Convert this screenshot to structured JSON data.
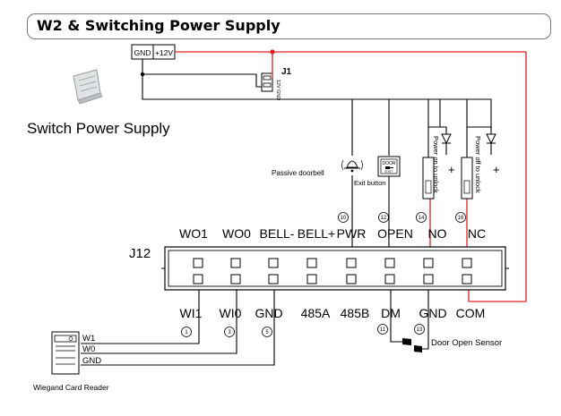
{
  "title": "W2 & Switching Power Supply",
  "power_supply": {
    "label": "Switch Power Supply",
    "terminal_gnd": "GND",
    "terminal_12v": "+12V"
  },
  "j1": {
    "label": "J1",
    "pin_12v": "12V",
    "pin_gnd": "GND"
  },
  "j12": {
    "label": "J12",
    "top_labels": [
      "WO1",
      "WO0",
      "BELL-",
      "BELL+",
      "PWR",
      "OPEN",
      "NO",
      "NC"
    ],
    "bottom_labels": [
      "WI1",
      "WI0",
      "GND",
      "485A",
      "485B",
      "DM",
      "GND",
      "COM"
    ],
    "top_pin_numbers": [
      "10",
      "12",
      "14",
      "16"
    ],
    "bottom_pin_numbers": [
      "1",
      "3",
      "5",
      "11",
      "13"
    ]
  },
  "components": {
    "doorbell": "Passive doorbell",
    "exit_button": "Exit button",
    "exit_door_text": "DOOR",
    "exit_sub_text": "EXIT",
    "lock_power_on": "Power on to unlock",
    "lock_power_off": "Power off to unlock",
    "plus_sign": "+",
    "door_sensor": "Door Open Sensor"
  },
  "reader": {
    "label": "Wiegand Card Reader",
    "wires": [
      "W1",
      "W0",
      "GND"
    ]
  },
  "colors": {
    "power_wire": "#e02020",
    "signal_wire": "#000000"
  }
}
